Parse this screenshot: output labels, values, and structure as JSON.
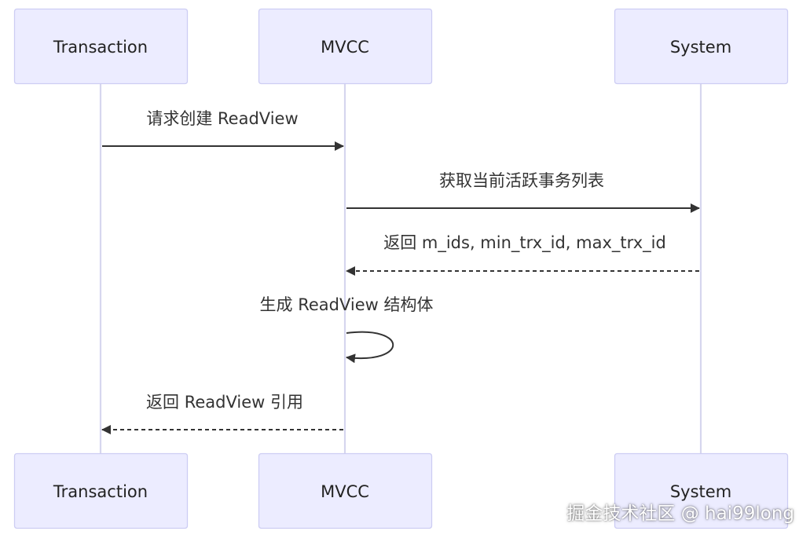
{
  "participants": [
    {
      "id": "transaction",
      "label": "Transaction"
    },
    {
      "id": "mvcc",
      "label": "MVCC"
    },
    {
      "id": "system",
      "label": "System"
    }
  ],
  "messages": [
    {
      "from": "transaction",
      "to": "mvcc",
      "text": "请求创建 ReadView",
      "style": "solid"
    },
    {
      "from": "mvcc",
      "to": "system",
      "text": "获取当前活跃事务列表",
      "style": "solid"
    },
    {
      "from": "system",
      "to": "mvcc",
      "text": "返回 m_ids, min_trx_id, max_trx_id",
      "style": "dashed"
    },
    {
      "from": "mvcc",
      "to": "mvcc",
      "text": "生成 ReadView 结构体",
      "style": "solid"
    },
    {
      "from": "mvcc",
      "to": "transaction",
      "text": "返回 ReadView 引用",
      "style": "dashed"
    }
  ],
  "watermark": "掘金技术社区 @ hai99long",
  "colors": {
    "actor_fill": "#ececff",
    "actor_stroke": "#cdcdf3",
    "lifeline": "#d6d6ee",
    "message": "#333333"
  }
}
